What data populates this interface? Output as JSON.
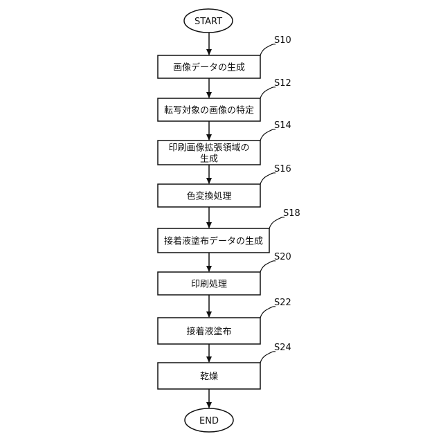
{
  "terminals": {
    "start": "START",
    "end": "END"
  },
  "steps": [
    {
      "id": "S10",
      "lines": [
        "画像データの生成"
      ]
    },
    {
      "id": "S12",
      "lines": [
        "転写対象の画像の特定"
      ]
    },
    {
      "id": "S14",
      "lines": [
        "印刷画像拡張領域の",
        "生成"
      ]
    },
    {
      "id": "S16",
      "lines": [
        "色変換処理"
      ]
    },
    {
      "id": "S18",
      "lines": [
        "接着液塗布データの生成"
      ]
    },
    {
      "id": "S20",
      "lines": [
        "印刷処理"
      ]
    },
    {
      "id": "S22",
      "lines": [
        "接着液塗布"
      ]
    },
    {
      "id": "S24",
      "lines": [
        "乾燥"
      ]
    }
  ]
}
